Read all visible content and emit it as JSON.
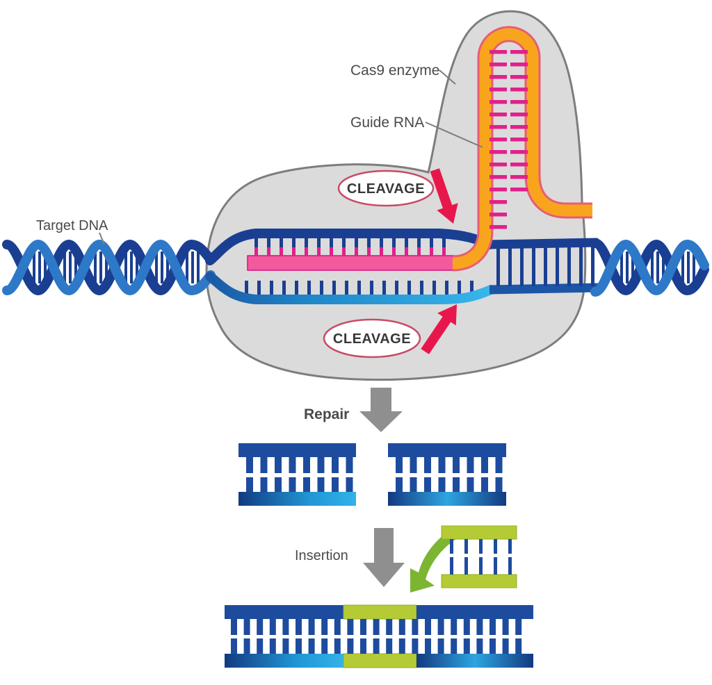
{
  "diagram": {
    "labels": {
      "cas9": "Cas9 enzyme",
      "guide_rna": "Guide RNA",
      "target_dna": "Target DNA",
      "cleavage_top": "CLEAVAGE",
      "cleavage_bottom": "CLEAVAGE",
      "repair": "Repair",
      "insertion": "Insertion"
    },
    "colors": {
      "dna_dark_blue": "#1a3f92",
      "dna_mid_blue": "#1d4b9e",
      "dna_light_blue": "#2e78c8",
      "dna_cyan": "#2da9e0",
      "guide_rna_orange": "#F8A51D",
      "guide_rna_outline": "#E85C74",
      "rna_pink": "#F25A9E",
      "rna_pink_border": "#D6137F",
      "base_pair_magenta": "#E0218A",
      "cas9_body_gray": "#DBDBDB",
      "cas9_outline_gray": "#7D7D7D",
      "cleavage_red": "#E8174B",
      "oval_border": "#C84A68",
      "arrow_gray": "#8F8F8F",
      "insert_green": "#B5CB36",
      "green_arrow": "#7CB531",
      "label_text": "#4A4A4A"
    },
    "icons": [
      "cleavage-arrow-top",
      "cleavage-arrow-bottom",
      "repair-down-arrow",
      "insertion-down-arrow",
      "insertion-curved-green-arrow"
    ]
  }
}
